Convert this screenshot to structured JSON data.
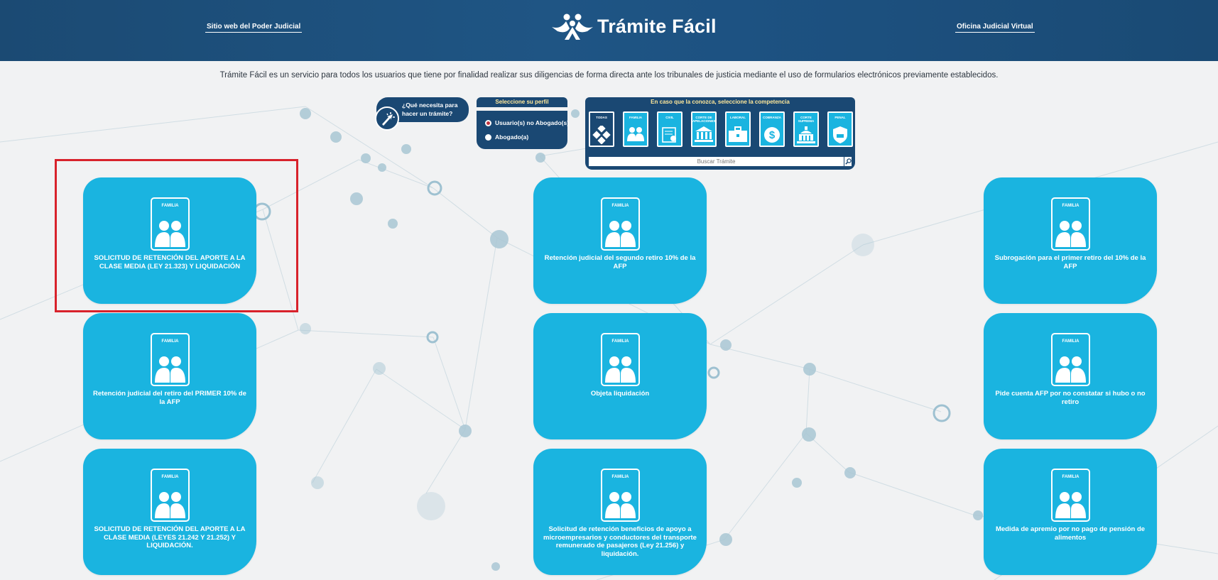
{
  "header": {
    "left_link": "Sitio web del Poder Judicial",
    "logo_text": "Trámite Fácil",
    "right_link": "Oficina Judicial Virtual"
  },
  "intro_text": "Trámite Fácil es un servicio para todos los usuarios que tiene por finalidad realizar sus diligencias de forma directa ante los tribunales de justicia mediante el uso de formularios electrónicos previamente establecidos.",
  "need_box": {
    "text": "¿Qué necesita para hacer un trámite?"
  },
  "profile": {
    "title": "Seleccione su perfil",
    "options": [
      {
        "label": "Usuario(s) no Abogado(s)",
        "selected": true
      },
      {
        "label": "Abogado(a)",
        "selected": false
      }
    ]
  },
  "competencia": {
    "title": "En caso que la conozca, seleccione la competencia",
    "tiles": [
      {
        "label": "TODAS",
        "icon": "grid-diamond-icon",
        "active": true
      },
      {
        "label": "FAMILIA",
        "icon": "family-icon",
        "active": false
      },
      {
        "label": "CIVIL",
        "icon": "civil-document-icon",
        "active": false
      },
      {
        "label": "CORTE DE APELACIONES",
        "icon": "courthouse-icon",
        "active": false
      },
      {
        "label": "LABORAL",
        "icon": "briefcase-icon",
        "active": false
      },
      {
        "label": "COBRANZA",
        "icon": "dollar-coin-icon",
        "active": false
      },
      {
        "label": "CORTE SUPREMA",
        "icon": "supreme-court-icon",
        "active": false
      },
      {
        "label": "PENAL",
        "icon": "shield-icon",
        "active": false
      }
    ],
    "search_placeholder": "Buscar Trámite"
  },
  "cards": [
    {
      "category": "FAMILIA",
      "title": "SOLICITUD DE RETENCIÓN DEL APORTE A LA CLASE MEDIA (LEY 21.323) Y LIQUIDACIÓN"
    },
    {
      "category": "FAMILIA",
      "title": "Retención judicial del segundo retiro 10% de la AFP"
    },
    {
      "category": "FAMILIA",
      "title": "Subrogación para el primer retiro del 10% de la AFP"
    },
    {
      "category": "FAMILIA",
      "title": "Retención judicial del retiro del PRIMER 10% de la AFP"
    },
    {
      "category": "FAMILIA",
      "title": "Objeta liquidación"
    },
    {
      "category": "FAMILIA",
      "title": "Pide cuenta AFP por no constatar si hubo o no retiro"
    },
    {
      "category": "FAMILIA",
      "title": "SOLICITUD DE RETENCIÓN DEL APORTE A LA CLASE MEDIA (LEYES 21.242 Y 21.252) Y LIQUIDACIÓN."
    },
    {
      "category": "FAMILIA",
      "title": "Solicitud de retención beneficios de apoyo a microempresarios y conductores del transporte remunerado de pasajeros (Ley 21.256) y liquidación."
    },
    {
      "category": "FAMILIA",
      "title": "Medida de apremio por no pago de pensión de alimentos"
    }
  ],
  "colors": {
    "header_bg": "#1d5282",
    "panel_bg": "#1a4873",
    "card_bg": "#1ab4e0",
    "highlight": "#d8222b",
    "panel_title_text": "#ffe89a"
  }
}
